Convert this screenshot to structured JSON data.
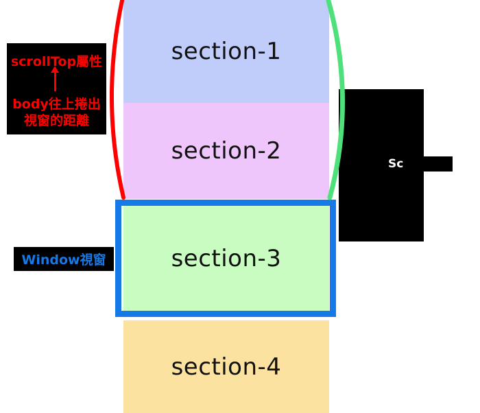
{
  "diagram": {
    "title": "scrollTop / Window viewport scrolling diagram",
    "colors": {
      "section_1_bg": "#c0cdfa",
      "section_2_bg": "#efc6fc",
      "section_3_bg": "#c8fcc0",
      "section_4_bg": "#fbe2a0",
      "viewport_border": "#1579e8",
      "scrolltop_arc": "#fe0000",
      "scrollheight_arc": "#4ee07a",
      "annotation_bg": "#000000",
      "annotation_red_text": "#fe0000",
      "annotation_blue_text": "#1579e8",
      "annotation_white_text": "#ffffff",
      "section_label_text": "#111111"
    }
  },
  "sections": [
    {
      "id": "section-1",
      "label": "section-1"
    },
    {
      "id": "section-2",
      "label": "section-2"
    },
    {
      "id": "section-3",
      "label": "section-3"
    },
    {
      "id": "section-4",
      "label": "section-4"
    }
  ],
  "annotations": {
    "scrolltop": {
      "title": "scrollTop屬性",
      "body_line_1": "body往上捲出",
      "body_line_2": "視窗的距離",
      "arrow": "up-arrow"
    },
    "window": {
      "label": "Window視窗"
    },
    "scroll_right": {
      "label": "Sc"
    }
  }
}
